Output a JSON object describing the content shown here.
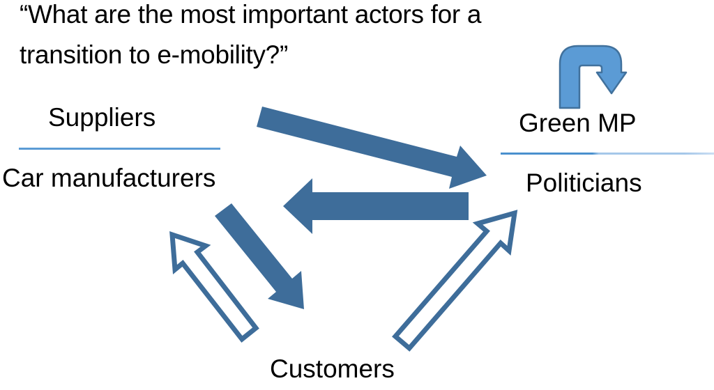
{
  "title": {
    "line1": "“What are the most important actors for a",
    "line2": "transition to e-mobility?”"
  },
  "nodes": {
    "suppliers": {
      "label": "Suppliers"
    },
    "car_manufacturers": {
      "label": "Car manufacturers"
    },
    "green_mp": {
      "label": "Green MP"
    },
    "politicians": {
      "label": "Politicians"
    },
    "customers": {
      "label": "Customers"
    }
  },
  "edges": [
    {
      "from": "suppliers",
      "to": "politicians",
      "style": "solid"
    },
    {
      "from": "politicians",
      "to": "car_manufacturers",
      "style": "solid"
    },
    {
      "from": "car_manufacturers",
      "to": "customers",
      "style": "solid"
    },
    {
      "from": "customers",
      "to": "car_manufacturers",
      "style": "outline"
    },
    {
      "from": "customers",
      "to": "politicians",
      "style": "outline"
    },
    {
      "on": "green_mp",
      "style": "u_turn"
    }
  ],
  "icons": {
    "uturn": "u-turn-arrow-icon"
  },
  "colors": {
    "background": "#ffffff",
    "text": "#000000",
    "arrow_solid": "#3e6d9a",
    "arrow_outline_stroke": "#3e6d9a",
    "uturn_fill": "#5b9bd5",
    "uturn_border": "#41719c",
    "underline": "#5b9bd5",
    "underline_right_start": "#4a90ce",
    "underline_right_mid": "#a5c7e9",
    "underline_right_end": "#cadef3"
  }
}
